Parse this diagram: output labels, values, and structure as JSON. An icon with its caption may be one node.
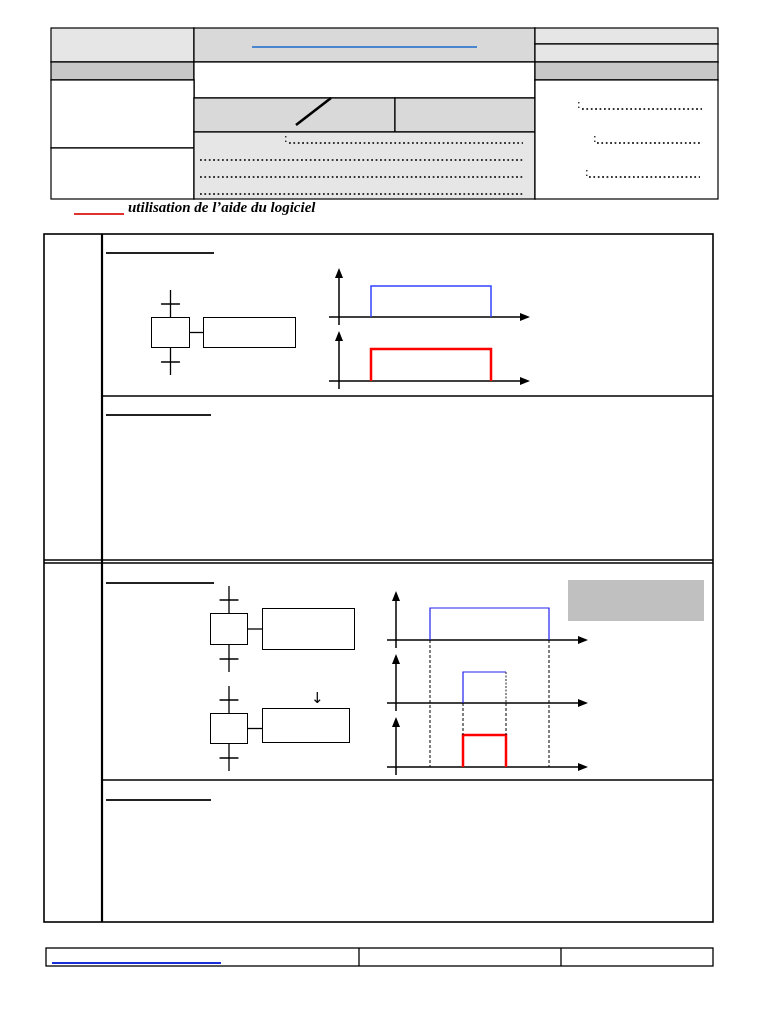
{
  "diagram": {
    "nodes": [
      {
        "text": [],
        "shape": "box"
      },
      {
        "text": [],
        "shape": "box"
      },
      {
        "text": [],
        "shape": "box"
      },
      {
        "text": [],
        "shape": "box"
      },
      {
        "text": [],
        "shape": "box"
      },
      {
        "text": [],
        "shape": "box"
      }
    ],
    "edges": [
      {
        "from": null,
        "to": 0,
        "arrow": "none"
      },
      {
        "from": 0,
        "to": 1,
        "arrow": "none"
      },
      {
        "from": 0,
        "to": null,
        "arrow": "none"
      },
      {
        "from": null,
        "to": 2,
        "arrow": "none"
      },
      {
        "from": 2,
        "to": 3,
        "arrow": "none"
      },
      {
        "from": 2,
        "to": null,
        "arrow": "none"
      },
      {
        "from": null,
        "to": 4,
        "arrow": "none"
      },
      {
        "from": 4,
        "to": 5,
        "arrow": "none"
      },
      {
        "from": 4,
        "to": null,
        "arrow": "none"
      }
    ],
    "labels": [
      ":",
      ":",
      ":",
      ":",
      "utilisation de l’aide du logiciel",
      "↓"
    ]
  }
}
